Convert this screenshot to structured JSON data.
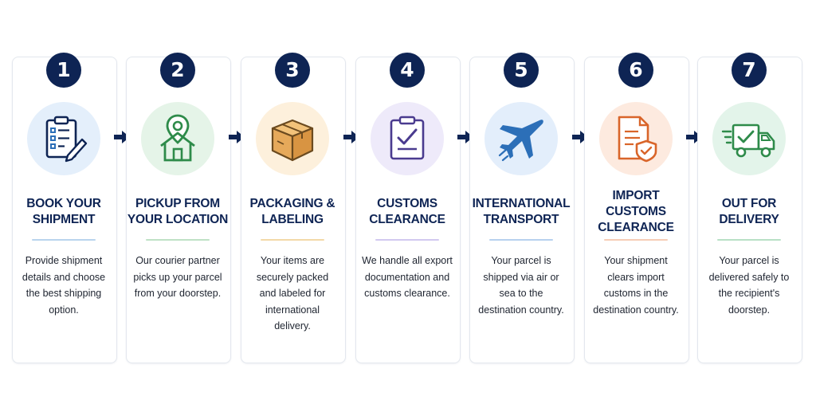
{
  "steps": [
    {
      "number": "1",
      "icon": "clipboard-checklist-icon",
      "title": "BOOK YOUR SHIPMENT",
      "description": "Provide shipment details and choose the best shipping option.",
      "icon_bg": "#e4effb",
      "rule_color": "#b9d4ee"
    },
    {
      "number": "2",
      "icon": "house-location-pin-icon",
      "title": "PICKUP FROM YOUR LOCATION",
      "description": "Our courier partner picks up your parcel from your doorstep.",
      "icon_bg": "#e5f4e8",
      "rule_color": "#bfe1c6"
    },
    {
      "number": "3",
      "icon": "package-box-icon",
      "title": "PACKAGING & LABELING",
      "description": "Your items are securely packed and labeled for international delivery.",
      "icon_bg": "#fdf0dc",
      "rule_color": "#f3d9a8"
    },
    {
      "number": "4",
      "icon": "customs-clipboard-icon",
      "title": "CUSTOMS CLEARANCE",
      "description": "We handle all export documentation and customs clearance.",
      "icon_bg": "#eeeafa",
      "rule_color": "#d2c9f0"
    },
    {
      "number": "5",
      "icon": "airplane-icon",
      "title": "INTERNATIONAL TRANSPORT",
      "description": "Your parcel is shipped via air or sea to the destination country.",
      "icon_bg": "#e3eefb",
      "rule_color": "#b7d1ef"
    },
    {
      "number": "6",
      "icon": "import-document-shield-icon",
      "title": "IMPORT CUSTOMS CLEARANCE",
      "description": "Your shipment clears import customs in the destination country.",
      "icon_bg": "#fdeadf",
      "rule_color": "#f6cdb6"
    },
    {
      "number": "7",
      "icon": "delivery-truck-icon",
      "title": "OUT FOR DELIVERY",
      "description": "Your parcel is delivered safely to the recipient's doorstep.",
      "icon_bg": "#e3f4ea",
      "rule_color": "#b8e0c6"
    }
  ],
  "colors": {
    "navy": "#0e2454",
    "arrow": "#0e2454",
    "card_border": "#e3e7ee",
    "text": "#1e2430"
  }
}
